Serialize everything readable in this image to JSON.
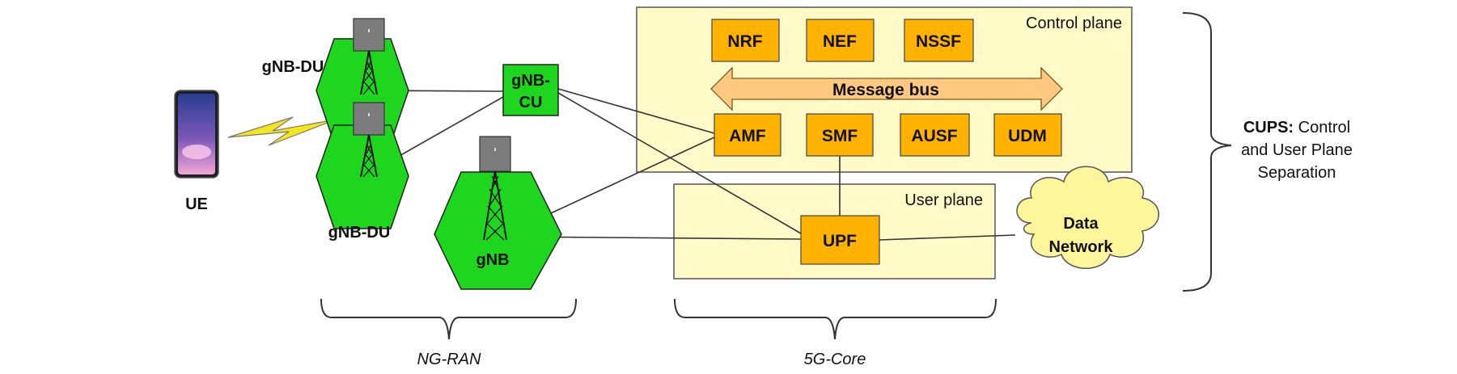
{
  "ue": {
    "label": "UE"
  },
  "ran": {
    "du_top_label": "gNB-DU",
    "du_bottom_label": "gNB-DU",
    "cu_label_line1": "gNB-",
    "cu_label_line2": "CU",
    "gnb_label": "gNB",
    "section_label": "NG-RAN"
  },
  "control_plane": {
    "title": "Control plane",
    "row1": [
      "NRF",
      "NEF",
      "NSSF"
    ],
    "message_bus": "Message bus",
    "row2": [
      "AMF",
      "SMF",
      "AUSF",
      "UDM"
    ]
  },
  "user_plane": {
    "title": "User plane",
    "upf": "UPF"
  },
  "data_network": {
    "line1": "Data",
    "line2": "Network"
  },
  "core": {
    "section_label": "5G-Core"
  },
  "cups": {
    "bold": "CUPS:",
    "line1_rest": " Control",
    "line2": "and User Plane",
    "line3": "Separation"
  },
  "colors": {
    "nf_fill": "#FFB300",
    "plane_fill": "#FFFBC8",
    "cell_fill": "#1FD61F",
    "cloud_fill": "#FFF59A",
    "bus_fill": "#FFC880",
    "bolt_fill": "#F5E51B"
  }
}
